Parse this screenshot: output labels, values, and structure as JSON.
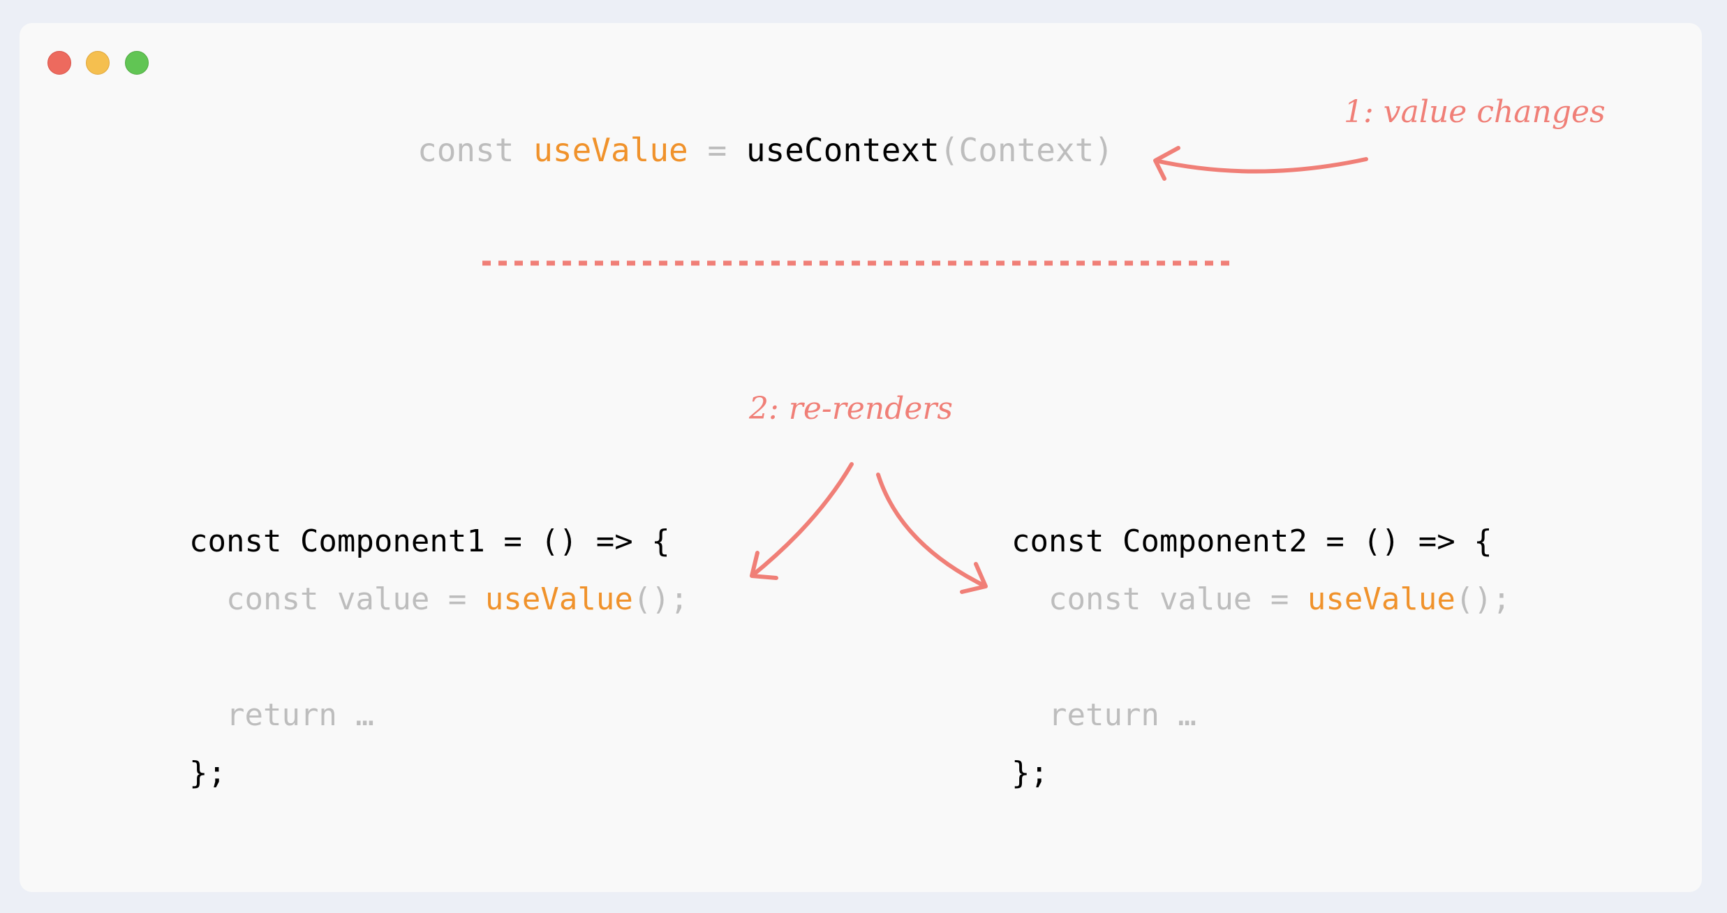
{
  "window": {
    "controls": [
      {
        "name": "close",
        "color": "#ed6a5e"
      },
      {
        "name": "minimize",
        "color": "#f5bf4f"
      },
      {
        "name": "zoom",
        "color": "#61c554"
      }
    ]
  },
  "colors": {
    "accent": "#f0922b",
    "annotation": "#f07f77",
    "muted": "#bdbdbd",
    "text": "#000000"
  },
  "top_code": {
    "kw": "const",
    "name": "useValue",
    "eq": "=",
    "call": "useContext",
    "args": "(Context)"
  },
  "annotations": {
    "step1": "1: value changes",
    "step2": "2: re-renders"
  },
  "components": [
    {
      "line1": "const Component1 = () => {",
      "kw": "const",
      "var": "value",
      "eq": "=",
      "hook": "useValue",
      "call_tail": "();",
      "ret": "return …",
      "close": "};"
    },
    {
      "line1": "const Component2 = () => {",
      "kw": "const",
      "var": "value",
      "eq": "=",
      "hook": "useValue",
      "call_tail": "();",
      "ret": "return …",
      "close": "};"
    }
  ]
}
